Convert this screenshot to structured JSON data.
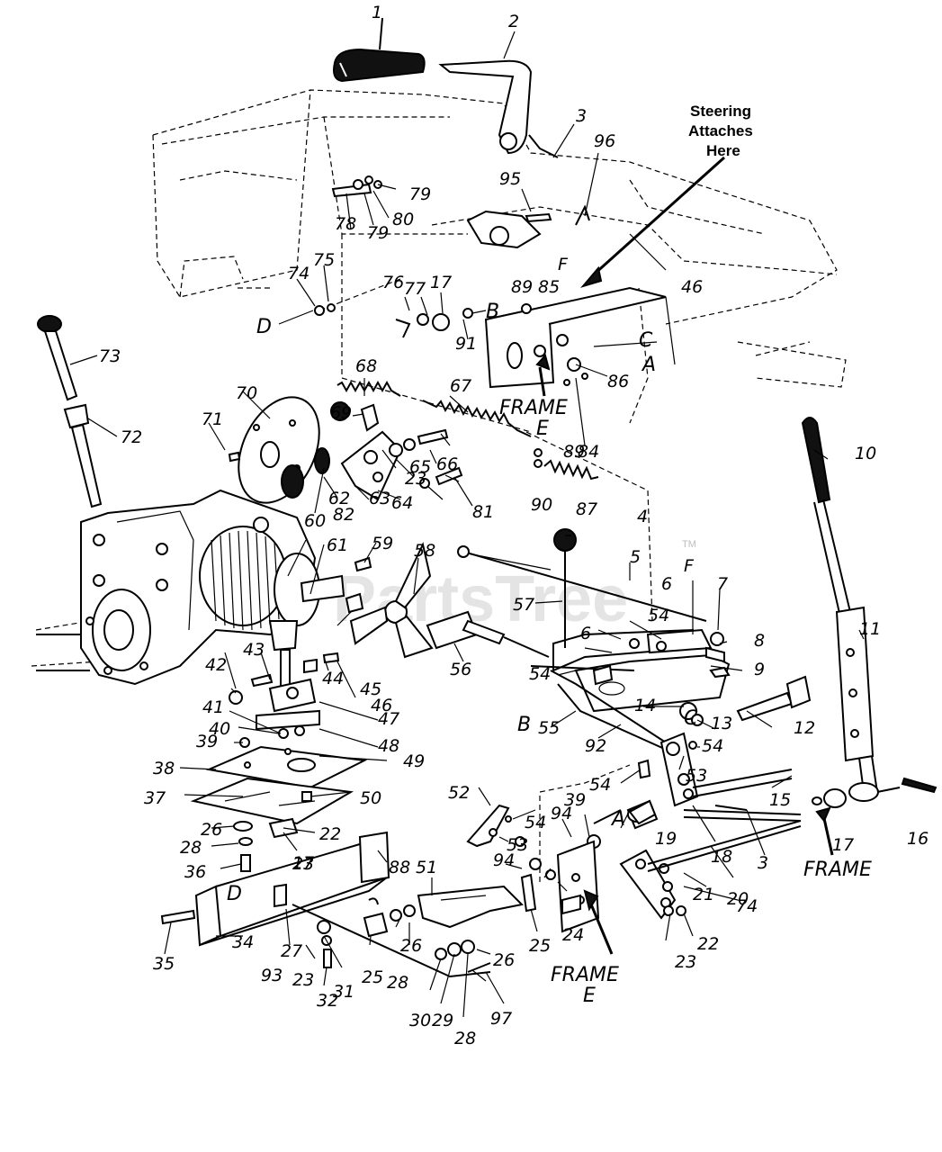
{
  "watermark": "PartsTree",
  "trademark": "TM",
  "steering_note": {
    "line1": "Steering",
    "line2": "Attaches",
    "line3": "Here"
  },
  "frame_labels": {
    "frame_e_top_1": "FRAME",
    "frame_e_top_2": "E",
    "frame_right": "FRAME",
    "frame_e_bottom_1": "FRAME",
    "frame_e_bottom_2": "E"
  },
  "letters": [
    "A",
    "A",
    "B",
    "B",
    "C",
    "C",
    "D",
    "D",
    "F",
    "F"
  ],
  "callouts": [
    "1",
    "2",
    "3",
    "3",
    "4",
    "5",
    "6",
    "6",
    "7",
    "8",
    "9",
    "10",
    "11",
    "12",
    "13",
    "14",
    "15",
    "16",
    "17",
    "17",
    "17",
    "18",
    "19",
    "20",
    "21",
    "22",
    "22",
    "23",
    "23",
    "23",
    "23",
    "24",
    "25",
    "25",
    "26",
    "26",
    "26",
    "27",
    "28",
    "28",
    "28",
    "29",
    "30",
    "31",
    "32",
    "34",
    "35",
    "36",
    "37",
    "38",
    "39",
    "39",
    "40",
    "41",
    "42",
    "43",
    "44",
    "45",
    "46",
    "46",
    "47",
    "48",
    "49",
    "50",
    "51",
    "52",
    "53",
    "53",
    "54",
    "54",
    "54",
    "54",
    "54",
    "55",
    "56",
    "57",
    "58",
    "59",
    "60",
    "61",
    "62",
    "63",
    "64",
    "65",
    "66",
    "67",
    "68",
    "69",
    "70",
    "71",
    "72",
    "73",
    "74",
    "74",
    "75",
    "76",
    "77",
    "78",
    "79",
    "79",
    "80",
    "81",
    "82",
    "84",
    "85",
    "86",
    "87",
    "88",
    "89",
    "89",
    "90",
    "91",
    "92",
    "93",
    "94",
    "94",
    "95",
    "96",
    "97"
  ]
}
